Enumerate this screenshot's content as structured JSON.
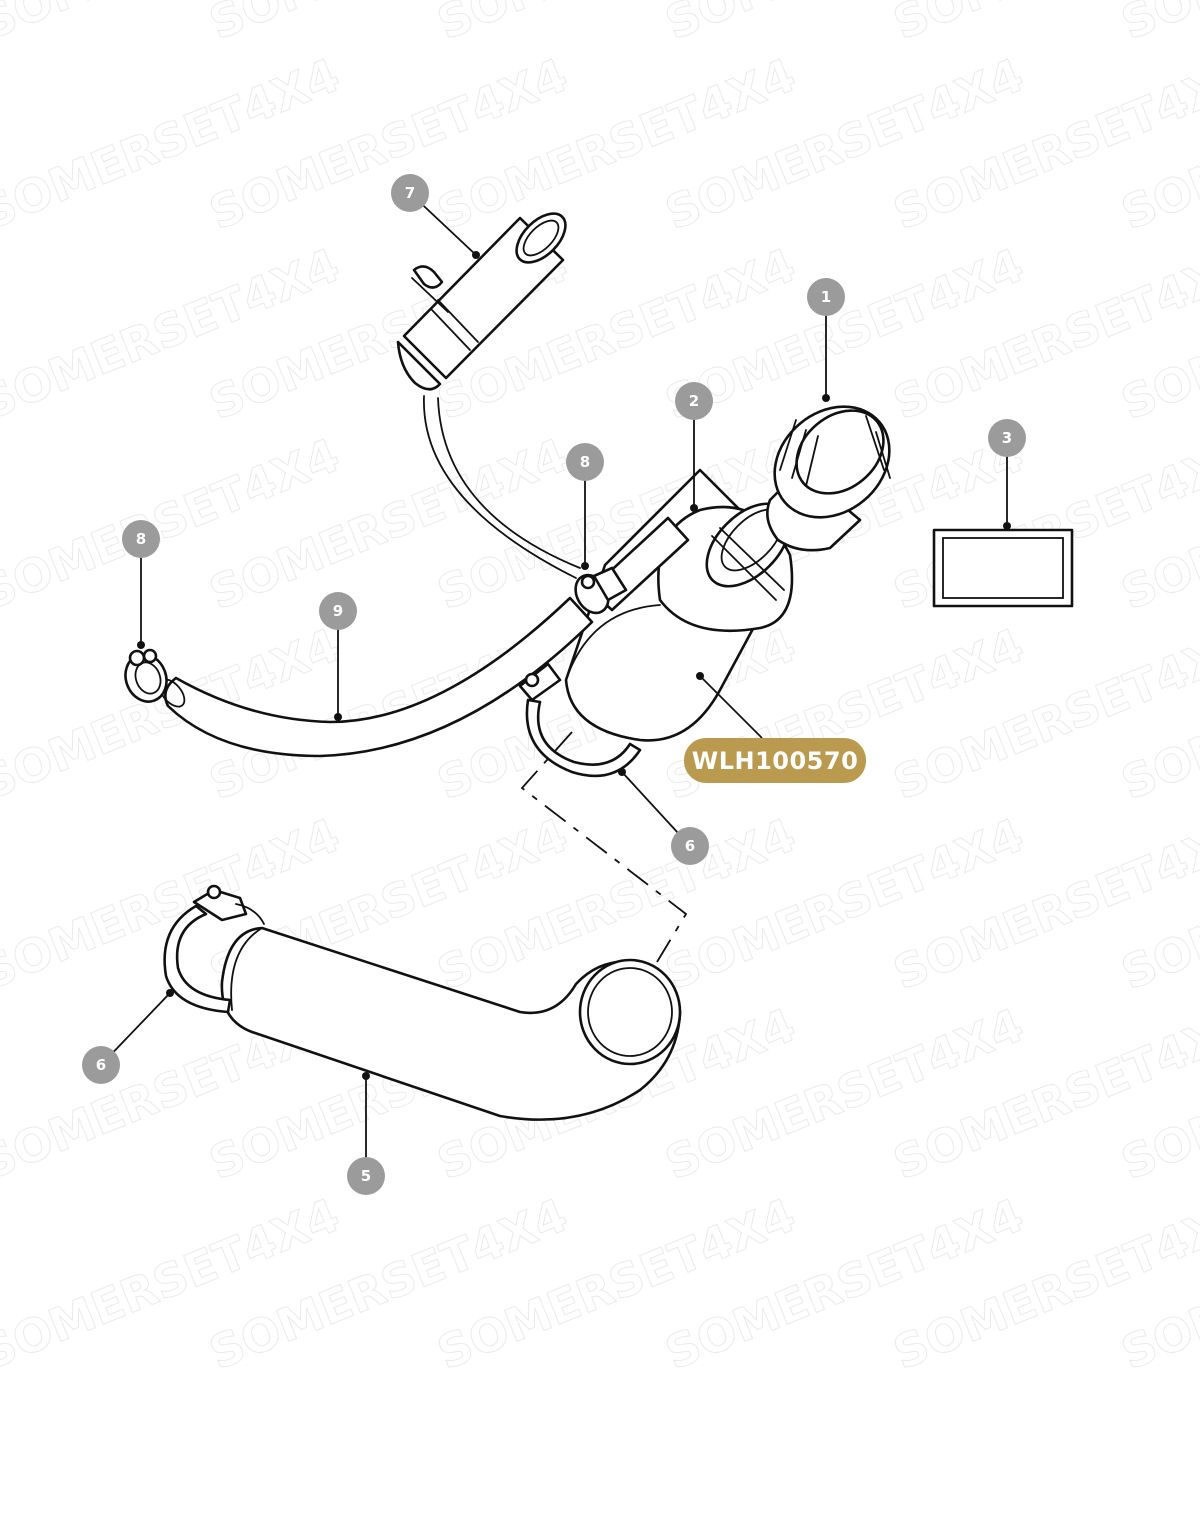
{
  "watermark": "SOMERSET4X4",
  "colors": {
    "callout": "#9b9b9b",
    "part_number_bg": "#b99a4e",
    "line": "#111111"
  },
  "callouts": [
    {
      "id": "7",
      "label": "7"
    },
    {
      "id": "1",
      "label": "1"
    },
    {
      "id": "2",
      "label": "2"
    },
    {
      "id": "3",
      "label": "3"
    },
    {
      "id": "8a",
      "label": "8"
    },
    {
      "id": "8b",
      "label": "8"
    },
    {
      "id": "9",
      "label": "9"
    },
    {
      "id": "6a",
      "label": "6"
    },
    {
      "id": "6b",
      "label": "6"
    },
    {
      "id": "5",
      "label": "5"
    }
  ],
  "part_number": "WLH100570"
}
